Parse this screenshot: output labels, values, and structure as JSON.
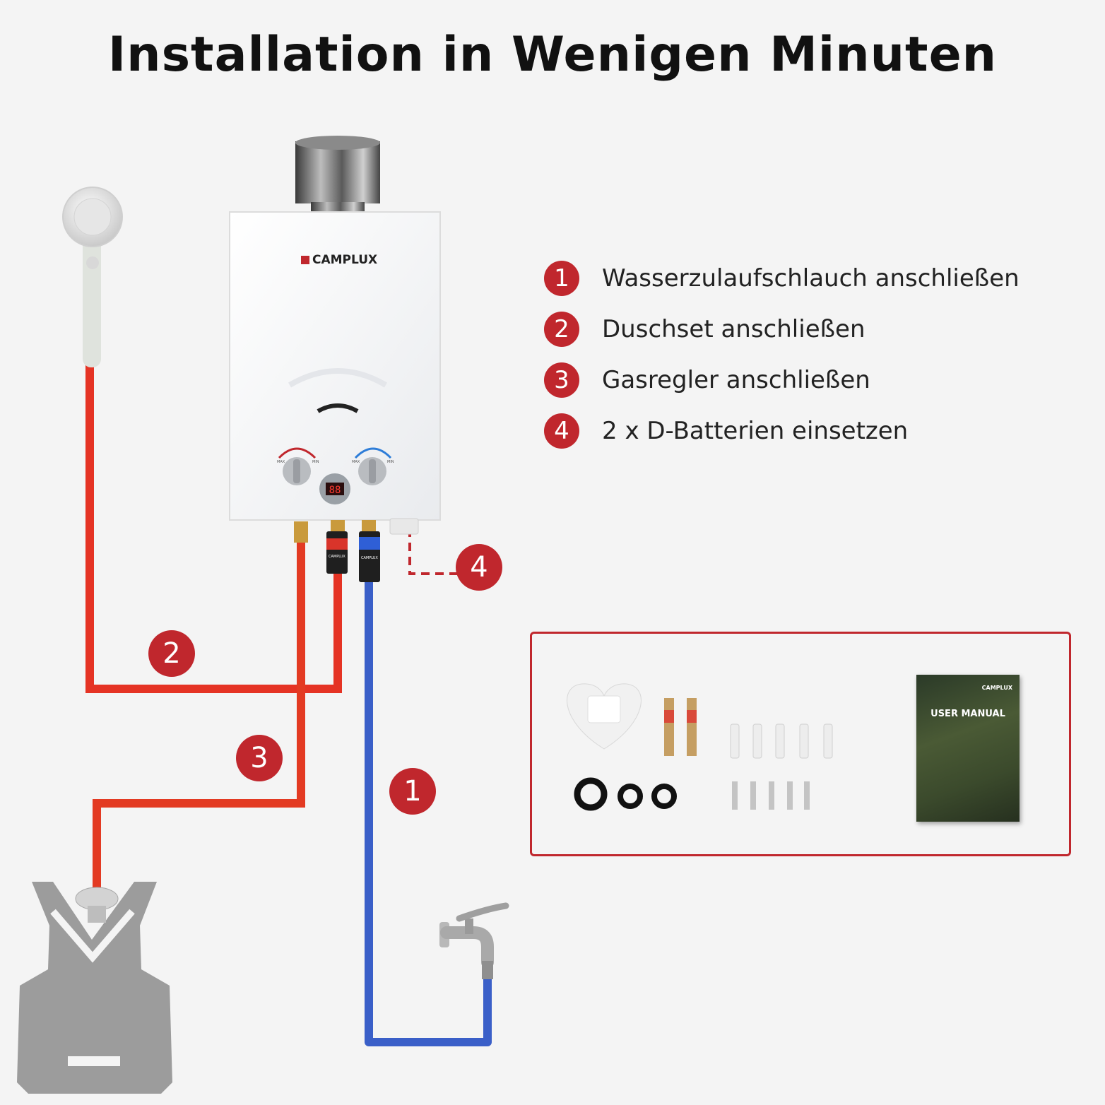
{
  "title": "Installation in Wenigen Minuten",
  "steps": [
    {
      "num": "1",
      "text": "Wasserzulaufschlauch anschließen"
    },
    {
      "num": "2",
      "text": "Duschset anschließen"
    },
    {
      "num": "3",
      "text": "Gasregler anschließen"
    },
    {
      "num": "4",
      "text": "2 x D-Batterien einsetzen"
    }
  ],
  "device": {
    "brand": "CAMPLUX",
    "knob_label_max": "MAX",
    "knob_label_min": "MIN"
  },
  "connector_brand": "CAMPLUX",
  "manual": {
    "brand": "CAMPLUX",
    "title": "USER MANUAL"
  },
  "colors": {
    "accent_red": "#c0272d",
    "hose_red": "#e53324",
    "hose_blue": "#3a5fc8",
    "frame_red": "#c0272d"
  }
}
